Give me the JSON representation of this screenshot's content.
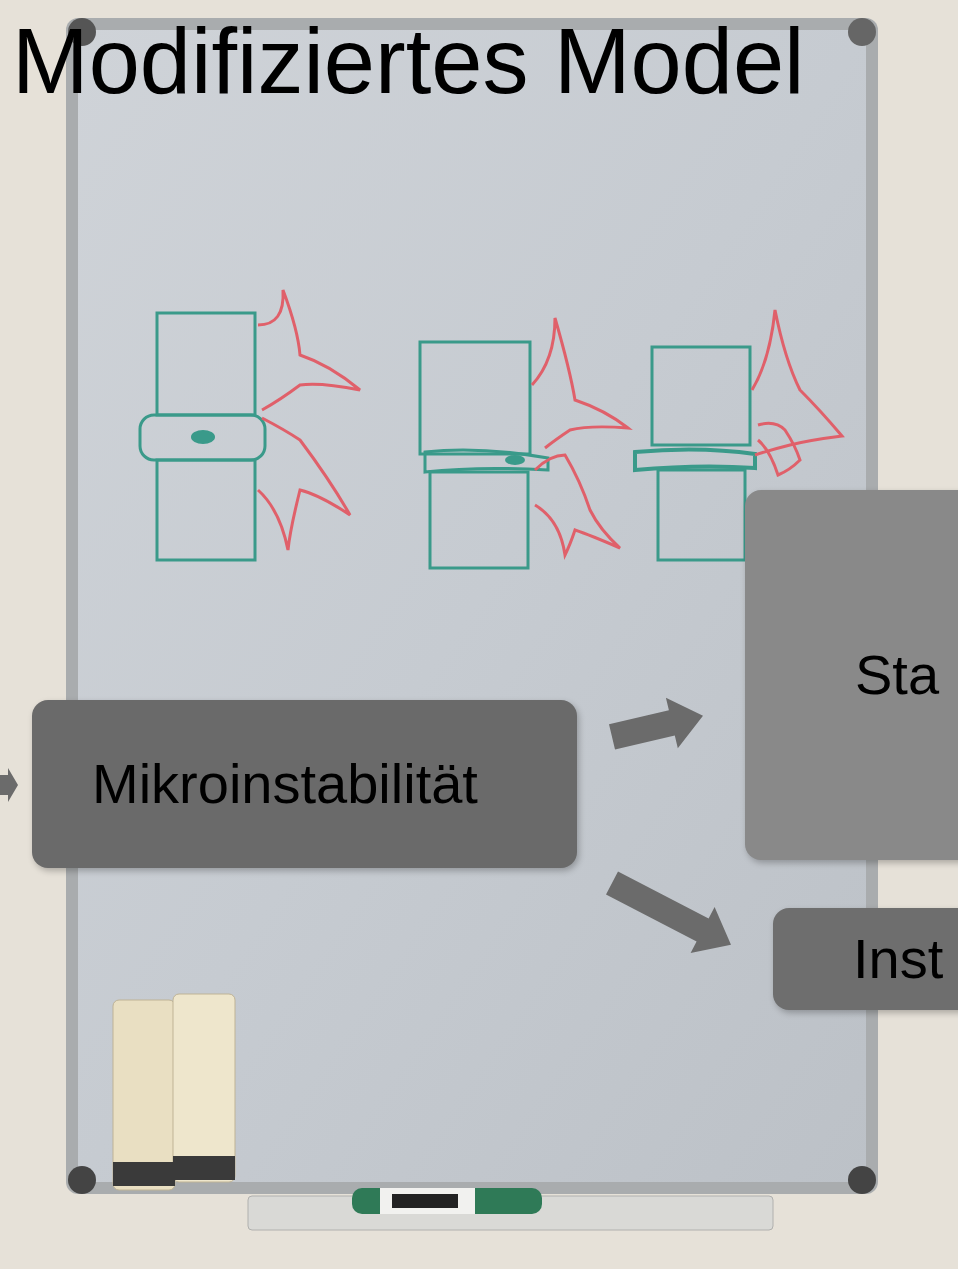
{
  "diagram": {
    "title": "Modifiziertes Model",
    "nodes": [
      {
        "text": [
          "Mikroinstabilität"
        ]
      },
      {
        "text": [
          "Sta"
        ]
      },
      {
        "text": [
          "Inst"
        ]
      }
    ],
    "edges": [
      {
        "from": 0,
        "to": 1,
        "arrow": "to"
      },
      {
        "from": 0,
        "to": 2,
        "arrow": "to"
      }
    ]
  }
}
